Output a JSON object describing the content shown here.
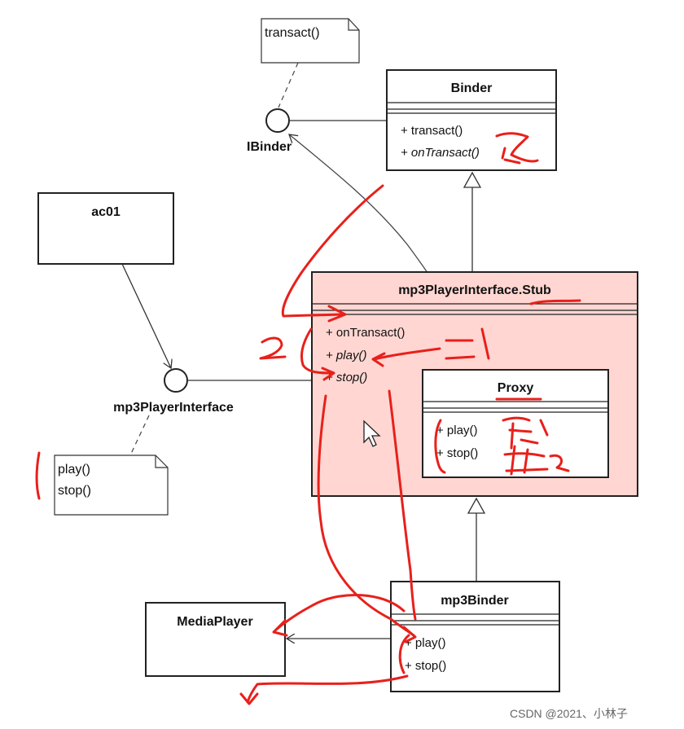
{
  "diagram": {
    "note_ibinder": {
      "lines": [
        "transact()"
      ]
    },
    "interface_ibinder": {
      "label": "IBinder"
    },
    "class_binder": {
      "name": "Binder",
      "methods": [
        "+ transact()",
        "+ onTransact()"
      ]
    },
    "class_ac01": {
      "name": "ac01"
    },
    "interface_mp3": {
      "label": "mp3PlayerInterface"
    },
    "note_mp3": {
      "lines": [
        "play()",
        "stop()"
      ]
    },
    "class_stub": {
      "name": "mp3PlayerInterface.Stub",
      "methods": [
        "+ onTransact()",
        "+ play()",
        "+ stop()"
      ]
    },
    "class_proxy": {
      "name": "Proxy",
      "methods": [
        "+ play()",
        "+ stop()"
      ]
    },
    "class_mp3binder": {
      "name": "mp3Binder",
      "methods": [
        "+ play()",
        "+ stop()"
      ]
    },
    "class_mediaplayer": {
      "name": "MediaPlayer"
    }
  },
  "annotations": {
    "handwriting_color": "#e8201b",
    "stub_fill": "#ffd6d2"
  },
  "watermark": {
    "text": "CSDN @2021、小林子"
  }
}
